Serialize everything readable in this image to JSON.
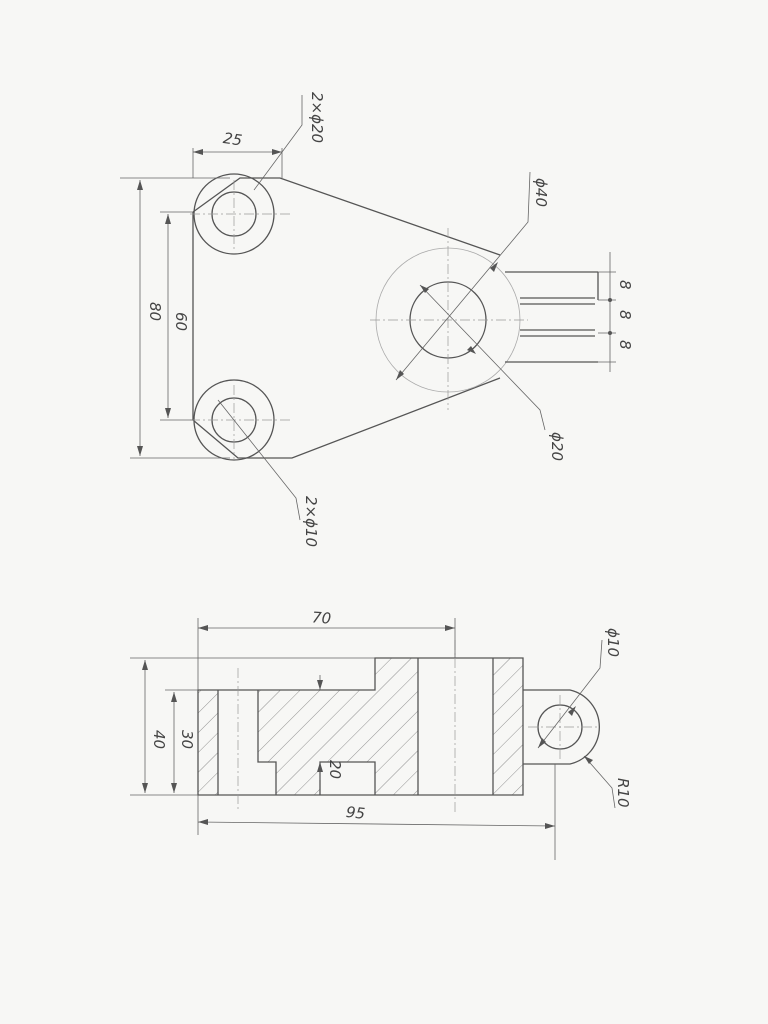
{
  "top_view": {
    "dim_25": "25",
    "dim_2x20": "2×ϕ20",
    "dim_80": "80",
    "dim_60": "60",
    "dim_phi40": "ϕ40",
    "dim_phi20": "ϕ20",
    "dim_2x10": "2×ϕ10",
    "dim_8_a": "8",
    "dim_8_b": "8",
    "dim_8_c": "8"
  },
  "section_view": {
    "dim_70": "70",
    "dim_40": "40",
    "dim_30": "30",
    "dim_20": "20",
    "dim_95": "95",
    "dim_phi10": "ϕ10",
    "dim_r10": "R10"
  },
  "colors": {
    "paper": "#f7f7f5",
    "pencil": "#555555"
  }
}
